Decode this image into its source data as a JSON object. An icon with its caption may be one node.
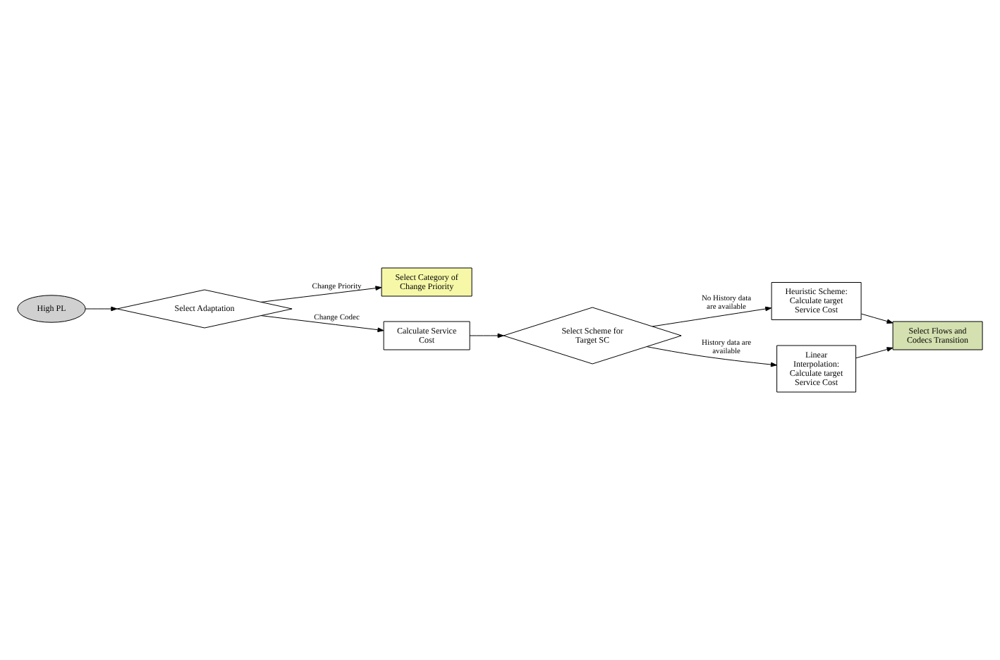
{
  "diagram": {
    "nodes": [
      {
        "text": [
          "High PL"
        ]
      },
      {
        "text": [
          "Select Adaptation"
        ]
      },
      {
        "text": [
          "Select Category of Change Priority"
        ]
      },
      {
        "text": [
          "Calculate Service Cost"
        ]
      },
      {
        "text": [
          "Select Scheme for Target SC"
        ]
      },
      {
        "text": [
          "Heuristic Scheme: Calculate target Service Cost"
        ]
      },
      {
        "text": [
          "Linear Interpolation: Calculate target Service Cost"
        ]
      },
      {
        "text": [
          "Select Flows and Codecs Transition"
        ]
      }
    ],
    "edges": [
      {
        "from": 0,
        "to": 1,
        "arrow": "to"
      },
      {
        "from": 1,
        "to": 2,
        "arrow": "to",
        "label": "Change Priority"
      },
      {
        "from": 1,
        "to": 3,
        "arrow": "to",
        "label": "Change Codec"
      },
      {
        "from": 3,
        "to": 4,
        "arrow": "to"
      },
      {
        "from": 4,
        "to": 5,
        "arrow": "to",
        "label": "No History data are available"
      },
      {
        "from": 4,
        "to": 6,
        "arrow": "to",
        "label": "History data are available"
      },
      {
        "from": 5,
        "to": 7,
        "arrow": "to"
      },
      {
        "from": 6,
        "to": 7,
        "arrow": "to"
      }
    ]
  }
}
